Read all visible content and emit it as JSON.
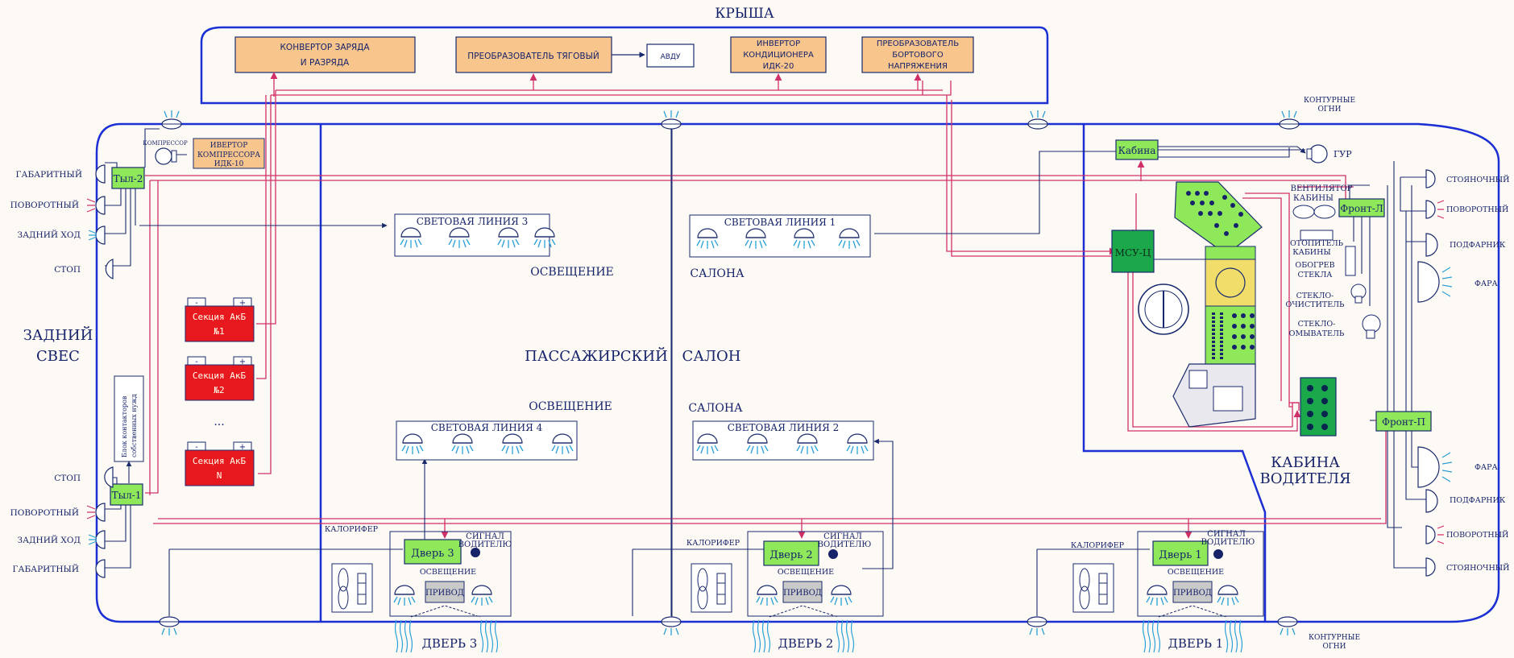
{
  "roof": {
    "title": "КРЫША",
    "conv_charge_1": "КОНВЕРТОР ЗАРЯДА",
    "conv_charge_2": "И РАЗРЯДА",
    "traction": "ПРЕОБРАЗОВАТЕЛЬ ТЯГОВЫЙ",
    "avdu": "АВДУ",
    "inv_cond_1": "ИНВЕРТОР",
    "inv_cond_2": "КОНДИЦИОНЕРА",
    "inv_cond_3": "ИДК-20",
    "onboard_1": "ПРЕОБРАЗОВАТЕЛЬ",
    "onboard_2": "БОРТОВОГО",
    "onboard_3": "НАПРЯЖЕНИЯ"
  },
  "rear": {
    "overhang_1": "ЗАДНИЙ",
    "overhang_2": "СВЕС",
    "compressor": "КОМПРЕССОР",
    "inv_comp_1": "ИВЕРТОР",
    "inv_comp_2": "КОМПРЕССОРА",
    "inv_comp_3": "ИДК-10",
    "tyl2": "Тыл-2",
    "tyl1": "Тыл-1",
    "block_1": "Блок контакторов",
    "block_2": "собственных нужд",
    "lamps_top": [
      "ГАБАРИТНЫЙ",
      "ПОВОРОТНЫЙ",
      "ЗАДНИЙ ХОД",
      "СТОП"
    ],
    "lamps_bottom": [
      "СТОП",
      "ПОВОРОТНЫЙ",
      "ЗАДНИЙ ХОД",
      "ГАБАРИТНЫЙ"
    ]
  },
  "battery": {
    "label_1": "Секция АкБ",
    "sec1": "№1",
    "sec2": "№2",
    "secn": "N",
    "dots": "...",
    "minus": "-",
    "plus": "+"
  },
  "salon": {
    "title_1": "ПАССАЖИРСКИЙ",
    "title_2": "САЛОН",
    "light_1": "ОСВЕЩЕНИЕ",
    "light_2": "САЛОНА",
    "line3": "СВЕТОВАЯ ЛИНИЯ 3",
    "line1": "СВЕТОВАЯ ЛИНИЯ 1",
    "line4": "СВЕТОВАЯ ЛИНИЯ 4",
    "line2": "СВЕТОВАЯ ЛИНИЯ 2"
  },
  "doors": {
    "kalorifer": "КАЛОРИФЕР",
    "signal_1": "СИГНАЛ",
    "signal_2": "ВОДИТЕЛЮ",
    "osv": "ОСВЕЩЕНИЕ",
    "privod": "ПРИВОД",
    "door3": "Дверь 3",
    "door2": "Дверь 2",
    "door1": "Дверь 1",
    "door3_label": "ДВЕРЬ 3",
    "door2_label": "ДВЕРЬ 2",
    "door1_label": "ДВЕРЬ 1"
  },
  "cabin": {
    "title_1": "КАБИНА",
    "title_2": "ВОДИТЕЛЯ",
    "kabina": "Кабина",
    "msu": "МСУ-Ц",
    "front_l": "Фронт-Л",
    "front_p": "Фронт-П",
    "gur": "ГУР",
    "fan_1": "ВЕНТИЛЯТОР",
    "fan_2": "КАБИНЫ",
    "heater_1": "ОТОПИТЕЛЬ",
    "heater_2": "КАБИНЫ",
    "glass_1": "ОБОГРЕВ",
    "glass_2": "СТЕКЛА",
    "wiper_1": "СТЕКЛО-",
    "wiper_2": "ОЧИСТИТЕЛЬ",
    "washer_1": "СТЕКЛО-",
    "washer_2": "ОМЫВАТЕЛЬ"
  },
  "front": {
    "lamps_top": [
      "СТОЯНОЧНЫЙ",
      "ПОВОРОТНЫЙ",
      "ПОДФАРНИК",
      "ФАРА"
    ],
    "lamps_bottom": [
      "ФАРА",
      "ПОДФАРНИК",
      "ПОВОРОТНЫЙ",
      "СТОЯНОЧНЫЙ"
    ]
  },
  "contour": {
    "label_1": "КОНТУРНЫЕ",
    "label_2": "ОГНИ"
  },
  "colors": {
    "outline": "#1b2fd4",
    "power": "#d0306a",
    "wire": "#1a2a6e",
    "module_green": "#8fe85a",
    "roof_box": "#f8c58c",
    "battery_red": "#e8191e",
    "msu_green": "#1aa84a",
    "lamp_cyan": "#2aa0d8"
  }
}
